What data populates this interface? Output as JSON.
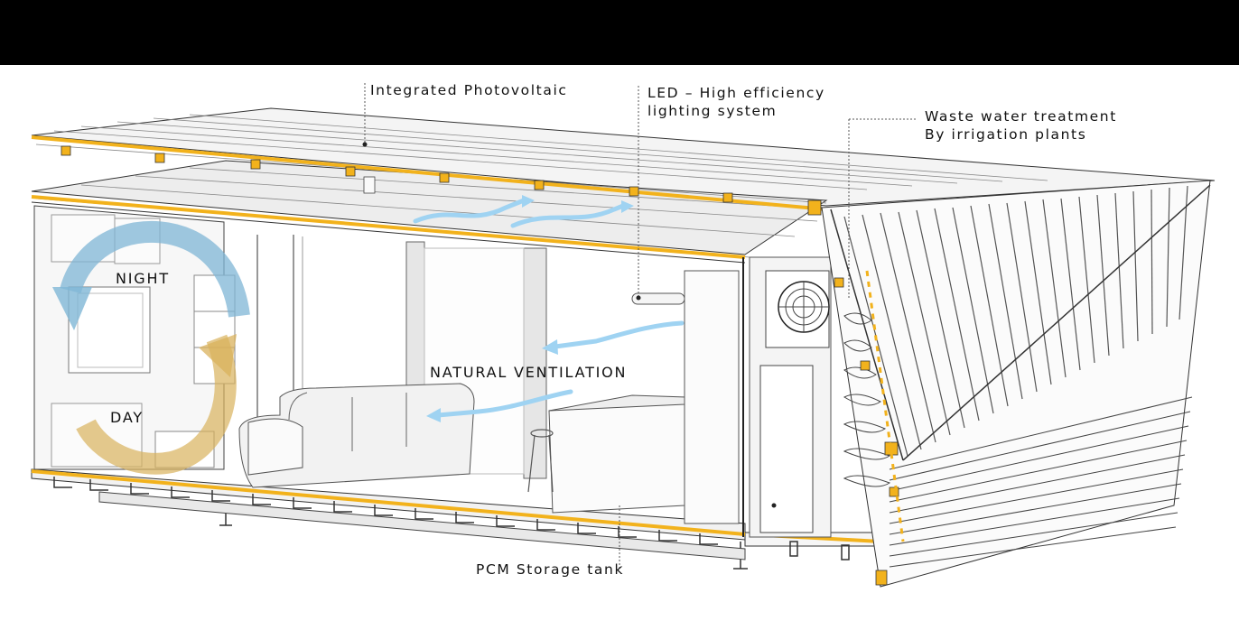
{
  "labels": {
    "photovoltaic": "Integrated Photovoltaic",
    "led_line1": "LED – High efficiency",
    "led_line2": "lighting system",
    "waste_line1": "Waste water treatment",
    "waste_line2": "By irrigation plants",
    "pcm": "PCM Storage tank"
  },
  "overlays": {
    "night": "NIGHT",
    "day": "DAY",
    "ventilation": "NATURAL VENTILATION"
  },
  "colors": {
    "background": "#ffffff",
    "top_band": "#000000",
    "structural_yellow": "#f2b21c",
    "night_arrow_blue": "#7fb6d6",
    "day_arrow_gold": "#d9b25c",
    "airflow_light_blue": "#9fd3f2",
    "line_dark": "#222222"
  }
}
